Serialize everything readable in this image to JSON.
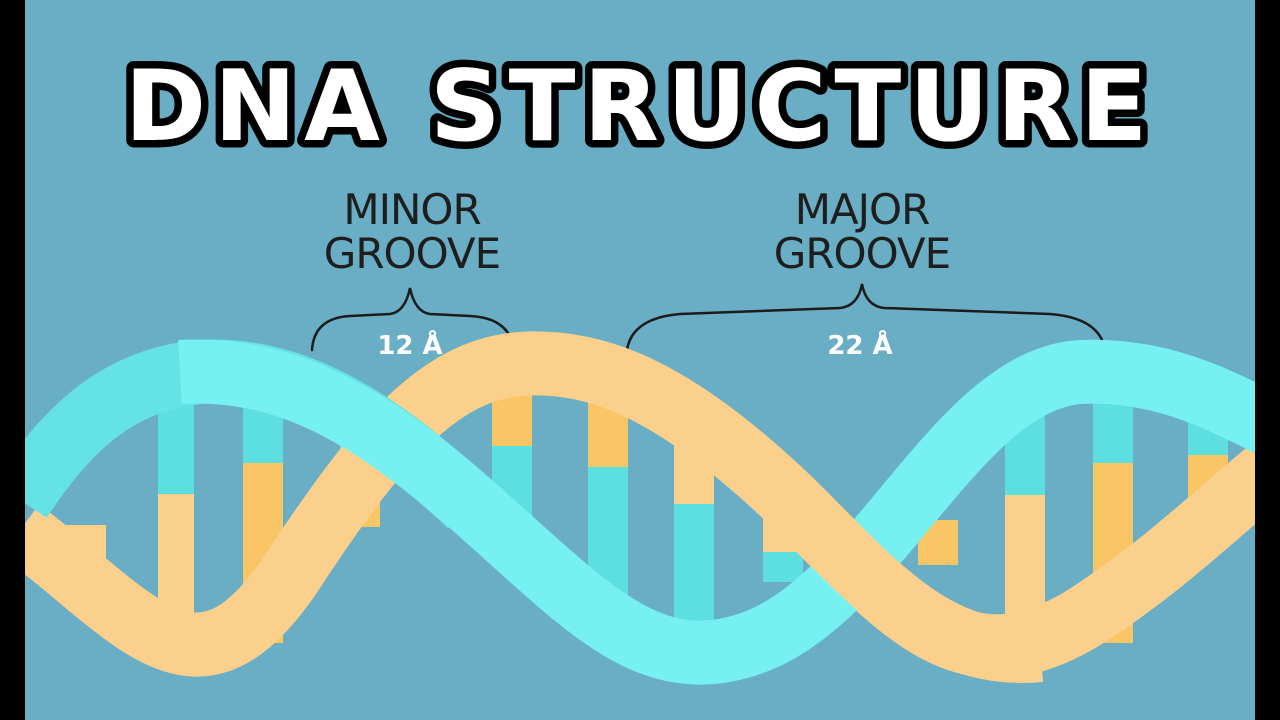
{
  "title": "DNA STRUCTURE",
  "minor_groove": {
    "label_line1": "MINOR",
    "label_line2": "GROOVE",
    "measurement": "12 Å"
  },
  "major_groove": {
    "label_line1": "MAJOR",
    "label_line2": "GROOVE",
    "measurement": "22 Å"
  },
  "colors": {
    "background": "#6aaec5",
    "strand_cyan": "#72eef0",
    "strand_orange": "#fbd08c",
    "base_cyan": "#5ddfe0",
    "base_orange": "#fac665"
  }
}
